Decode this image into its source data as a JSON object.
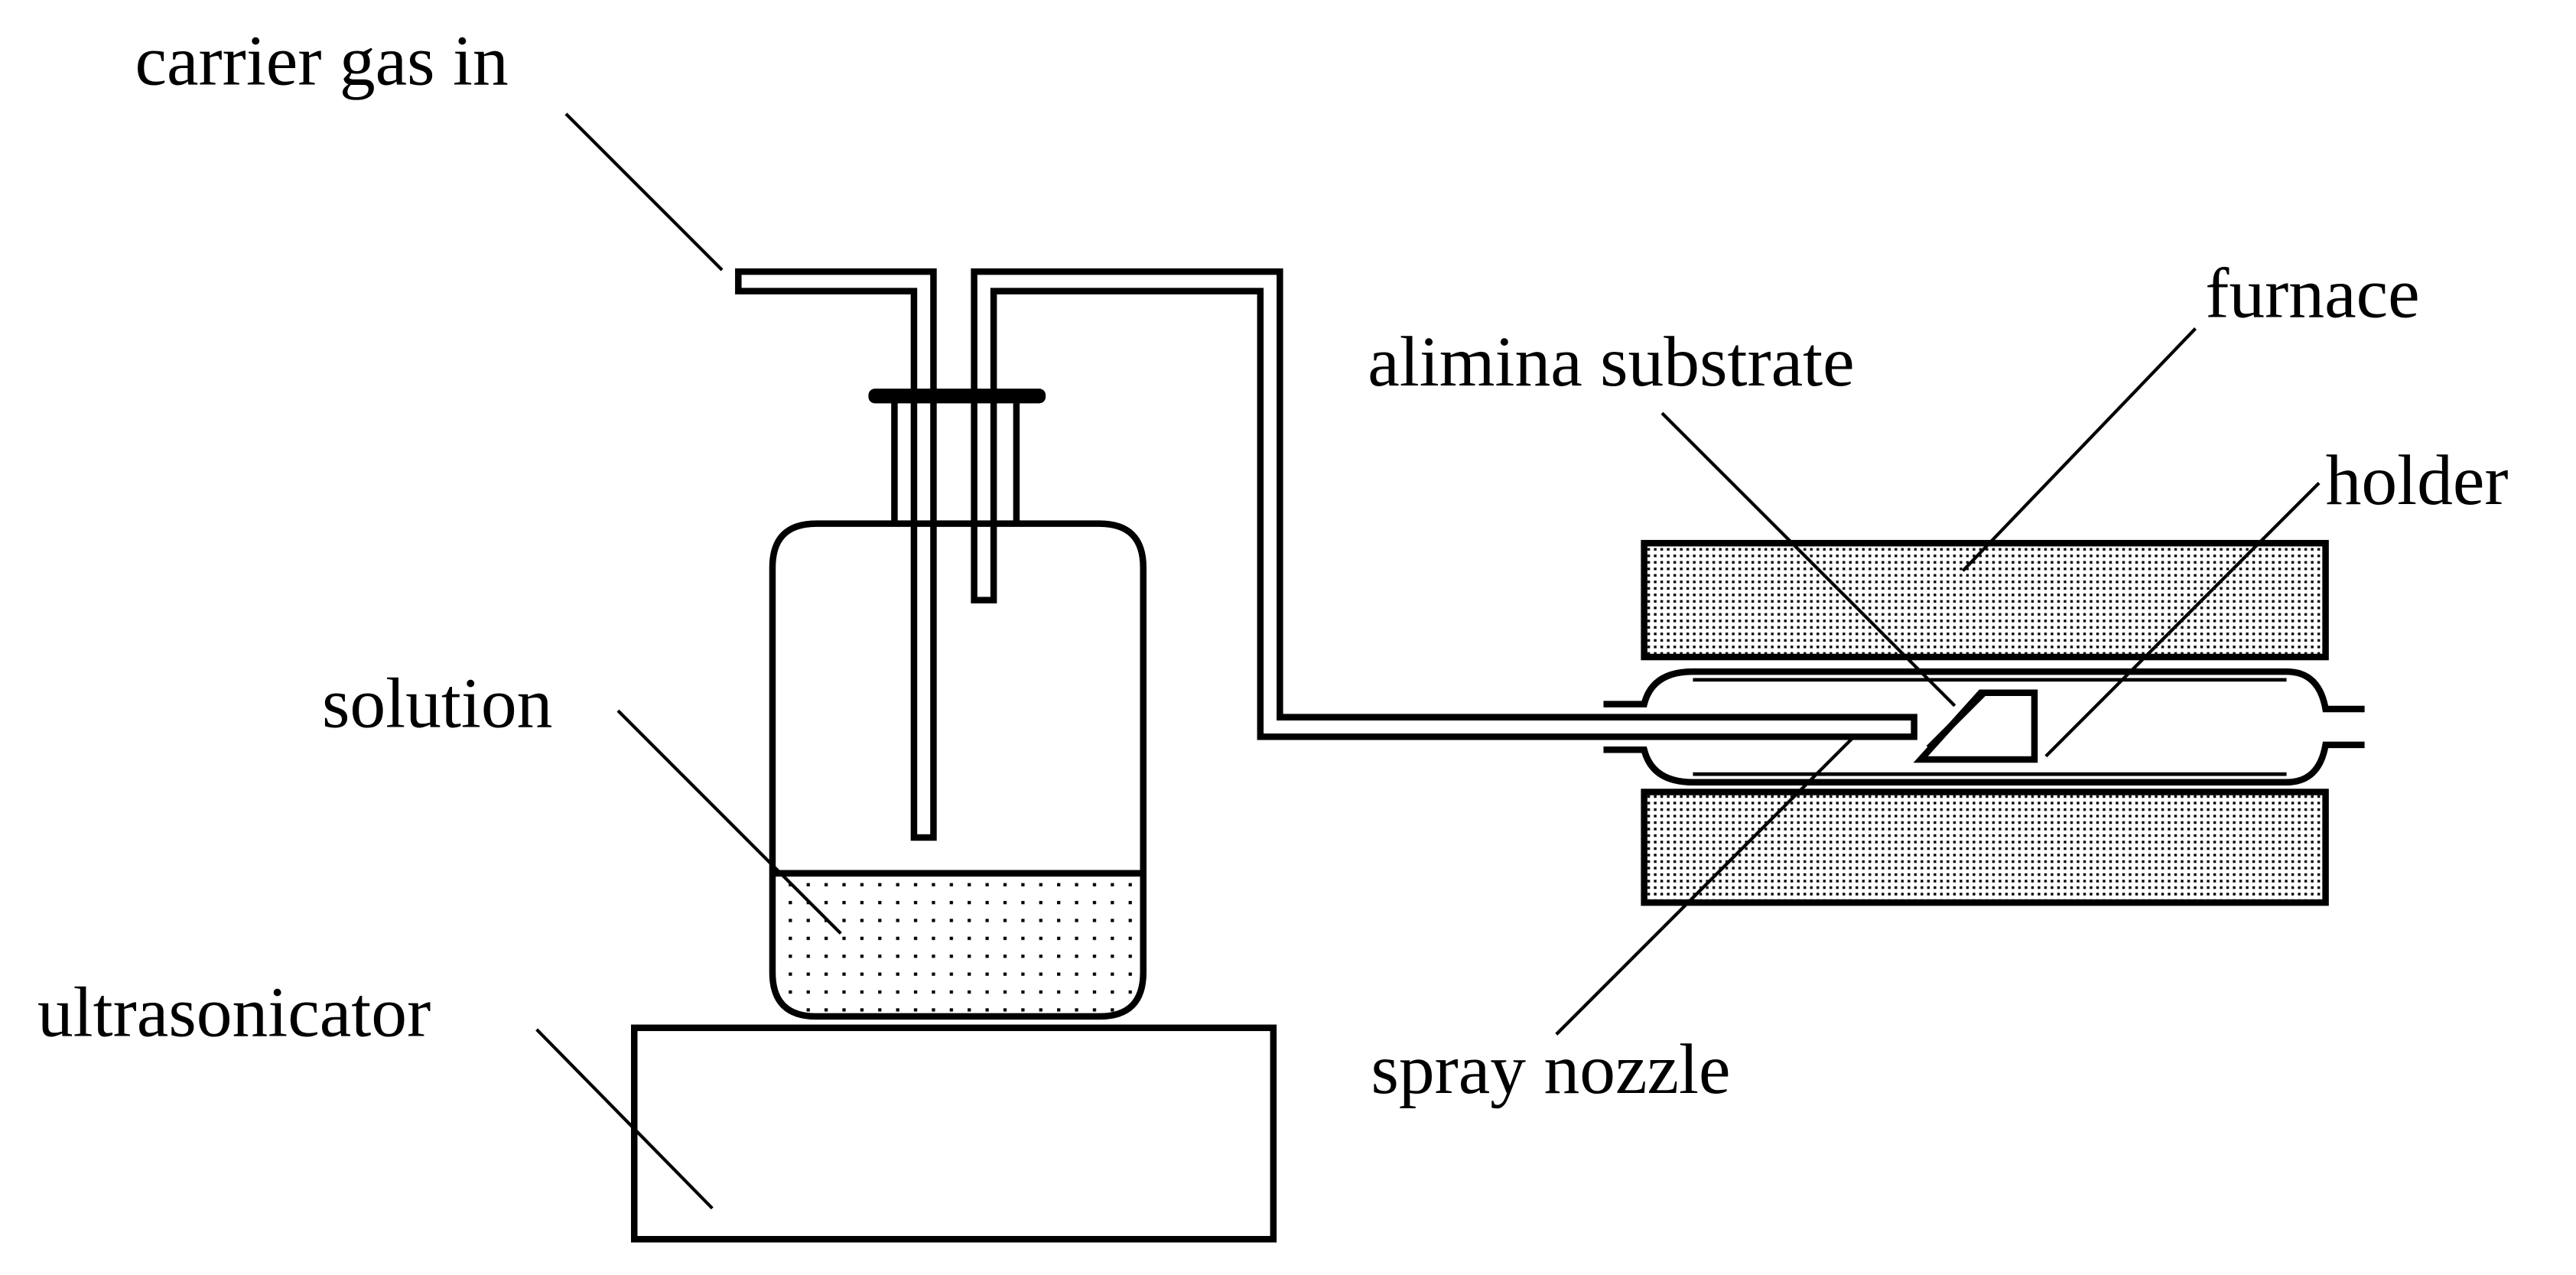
{
  "labels": {
    "carrier_gas_in": "carrier gas in",
    "solution": "solution",
    "ultrasonicator": "ultrasonicator",
    "alimina_substrate": "alimina substrate",
    "furnace": "furnace",
    "holder": "holder",
    "spray_nozzle": "spray nozzle"
  },
  "colors": {
    "line": "#000000",
    "background": "#ffffff",
    "fill_dots": "#000000"
  }
}
